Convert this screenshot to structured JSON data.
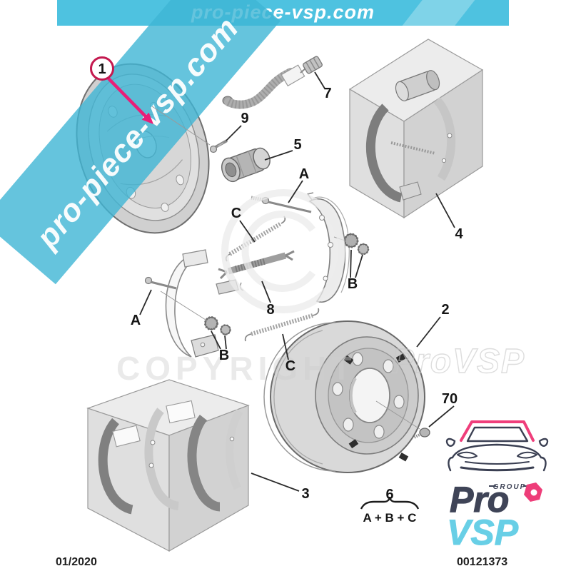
{
  "header": {
    "title": "pro-piece-vsp.com"
  },
  "watermark": {
    "diagonal_text": "pro-piece-vsp.com",
    "copyright_text": "COPYRIGHT",
    "brand_text": "ProVSP"
  },
  "callouts": {
    "part1": "1",
    "part7": "7",
    "part9": "9",
    "part5": "5",
    "pinA_top": "A",
    "springC_mid": "C",
    "nutsB_right": "B",
    "part8": "8",
    "pinA_left": "A",
    "nutsB_left": "B",
    "springC_bottom": "C",
    "part4": "4",
    "part2": "2",
    "part70": "70",
    "part3": "3",
    "part6": "6",
    "kit_formula": "A + B + C"
  },
  "footer": {
    "date": "01/2020",
    "reference": "00121373"
  },
  "logo": {
    "group": "GROUP",
    "pro": "Pro",
    "vsp": "VSP"
  },
  "colors": {
    "banner_cyan": "#4ec2e0",
    "watermark_teal": "#3fb5d5",
    "callout_circle_red": "#c4194f",
    "arrow_pink": "#e91e78",
    "logo_navy": "#3f4457",
    "logo_cyan": "#68cfe6",
    "logo_pink": "#ee3d79"
  }
}
